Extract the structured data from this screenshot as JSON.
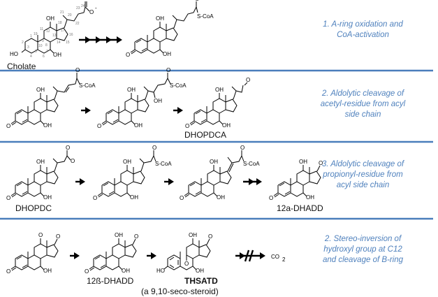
{
  "colors": {
    "accent": "#4f81bd",
    "divider": "#4a7ebb"
  },
  "steps": [
    {
      "lines": [
        "1. A-ring oxidation and",
        "CoA-activation"
      ]
    },
    {
      "lines": [
        "2. Aldolytic cleavage of",
        "acetyl-residue from acyl",
        "side chain"
      ]
    },
    {
      "lines": [
        "3. Aldolytic cleavage of",
        "propionyl-residue from",
        "acyl side chain"
      ]
    },
    {
      "lines": [
        "2. Stereo-inversion of",
        "hydroxyl group at C12",
        "and cleavage of B-ring"
      ]
    }
  ],
  "compounds": {
    "cholate": "Cholate",
    "dhopdca": "DHOPDCA",
    "dhopdc": "DHOPDC",
    "dhadd_12a": "12a-DHADD",
    "dhadd_12b": "12ß-DHADD",
    "thsatd": "THSATD",
    "thsatd_note": "(a 9,10-seco-steroid)",
    "co2": "CO",
    "co2_sub": "2"
  },
  "atoms": {
    "oh": "OH",
    "ho": "HO",
    "o": "O",
    "o_minus": "O",
    "charge": "-",
    "scoa": "S-CoA"
  },
  "numbering": [
    "1",
    "2",
    "3",
    "4",
    "5",
    "6",
    "7",
    "8",
    "9",
    "10",
    "11",
    "12",
    "13",
    "14",
    "15",
    "16",
    "17",
    "18",
    "19",
    "20",
    "21",
    "22",
    "23",
    "24"
  ]
}
